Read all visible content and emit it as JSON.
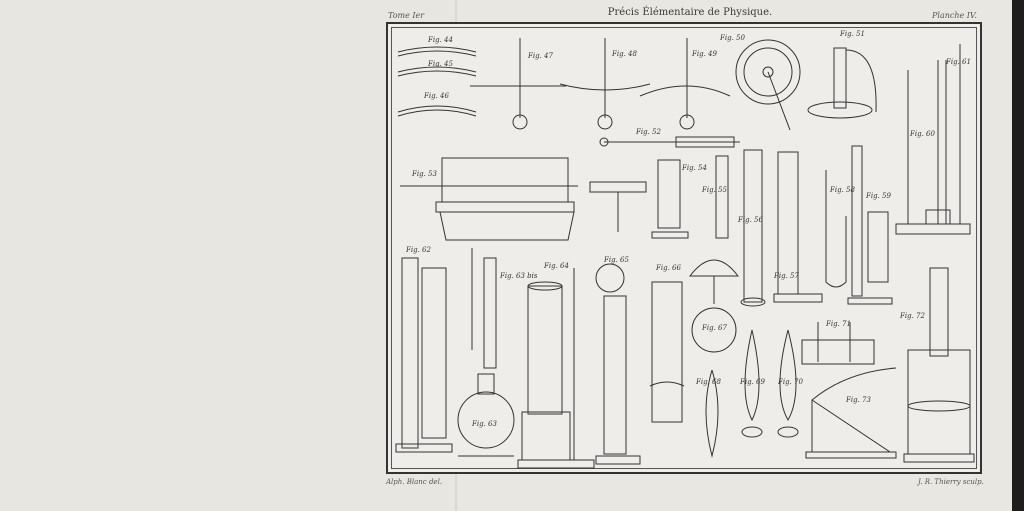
{
  "header": {
    "tome": "Tome Ier",
    "title": "Précis Élémentaire de Physique.",
    "plate": "Planche IV."
  },
  "figures": {
    "f44": "Fig. 44",
    "f45": "Fig. 45",
    "f46": "Fig. 46",
    "f47": "Fig. 47",
    "f48": "Fig. 48",
    "f49": "Fig. 49",
    "f50": "Fig. 50",
    "f51": "Fig. 51",
    "f52": "Fig. 52",
    "f53": "Fig. 53",
    "f54": "Fig. 54",
    "f55": "Fig. 55",
    "f56": "Fig. 56",
    "f57": "Fig. 57",
    "f58": "Fig. 58",
    "f59": "Fig. 59",
    "f60": "Fig. 60",
    "f61": "Fig. 61",
    "f62": "Fig. 62",
    "f63": "Fig. 63",
    "f63b": "Fig. 63 bis",
    "f64": "Fig. 64",
    "f65": "Fig. 65",
    "f66": "Fig. 66",
    "f67": "Fig. 67",
    "f68": "Fig. 68",
    "f69": "Fig. 69",
    "f70": "Fig. 70",
    "f71": "Fig. 71",
    "f72": "Fig. 72",
    "f73": "Fig. 73"
  },
  "credits": {
    "left": "Alph. Blanc del.",
    "right": "J. R. Thierry sculp."
  }
}
